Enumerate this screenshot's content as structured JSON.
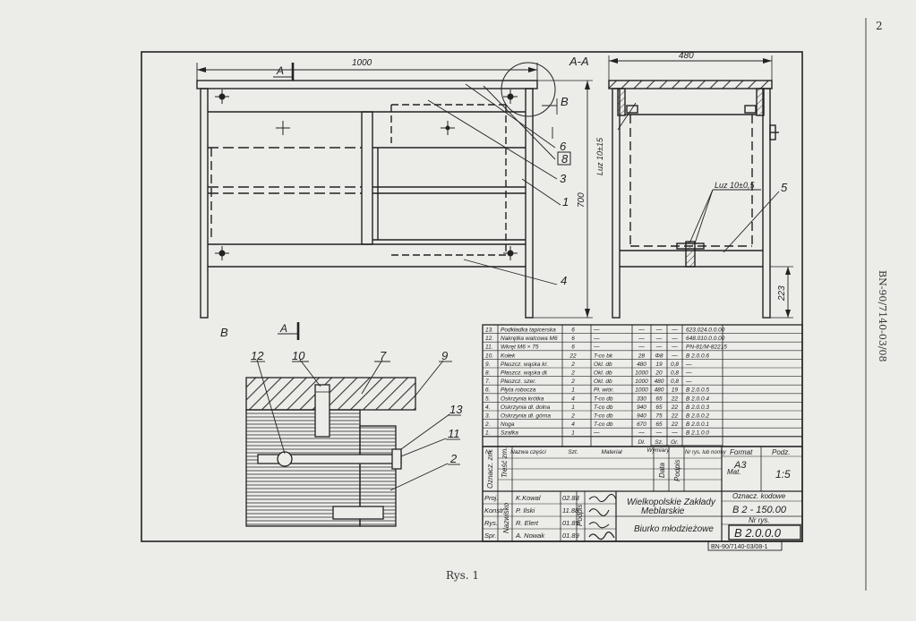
{
  "page": {
    "number": "2",
    "side_code": "BN-90/7140-03/08",
    "caption": "Rys. 1"
  },
  "drawing": {
    "width_dim": "1000",
    "height_dim": "700",
    "section_label": "A-A",
    "section_width": "480",
    "cut_mark": "A",
    "detail_label": "B",
    "clearance_label": "Luz 10±15",
    "clearance2_label": "Luz 10±0,5",
    "dim_223": "223",
    "front_callouts": [
      "6",
      "8",
      "3",
      "1",
      "4"
    ],
    "side_callouts": [
      "5"
    ],
    "detail_callouts": [
      "12",
      "10",
      "7",
      "9",
      "13",
      "11",
      "2"
    ]
  },
  "parts_table": {
    "rows": [
      [
        "13.",
        "Podkładka tapicerska",
        "6",
        "—",
        "—",
        "—",
        "—",
        "623.024.0.0.00"
      ],
      [
        "12.",
        "Nakrętka walcowa M6",
        "6",
        "—",
        "—",
        "—",
        "—",
        "648.010.0.0.00"
      ],
      [
        "11.",
        "Wkręt M6 × 75",
        "6",
        "—",
        "—",
        "—",
        "—",
        "PN-81/M-82215"
      ],
      [
        "10.",
        "Kołek",
        "22",
        "T-co bk",
        "28",
        "Φ8",
        "—",
        "B 2.0.0.6"
      ],
      [
        "9.",
        "Płaszcz. wąska kr.",
        "2",
        "Okl. db",
        "480",
        "19",
        "0,8",
        "—"
      ],
      [
        "8.",
        "Płaszcz. wąska dł.",
        "2",
        "Okl. db",
        "1000",
        "20",
        "0,8",
        "—"
      ],
      [
        "7.",
        "Płaszcz. szer.",
        "2",
        "Okl. db",
        "1000",
        "480",
        "0,8",
        "—"
      ],
      [
        "6.",
        "Płyta robocza",
        "1",
        "Pł. wiór.",
        "1000",
        "480",
        "19",
        "B 2.0.0.5"
      ],
      [
        "5.",
        "Oskrzynia krótka",
        "4",
        "T-co db",
        "330",
        "65",
        "22",
        "B 2.0.0.4"
      ],
      [
        "4.",
        "Oskrzynia dł. dolna",
        "1",
        "T-co db",
        "940",
        "65",
        "22",
        "B 2.0.0.3"
      ],
      [
        "3.",
        "Oskrzynia dł. górna",
        "2",
        "T-co db",
        "940",
        "75",
        "22",
        "B 2.0.0.2"
      ],
      [
        "2.",
        "Noga",
        "4",
        "T-co db",
        "670",
        "65",
        "22",
        "B 2.0.0.1"
      ],
      [
        "1.",
        "Szafka",
        "1",
        "—",
        "—",
        "—",
        "—",
        "B 2.1.0.0"
      ]
    ],
    "header": {
      "nr": "Nr",
      "name": "Nazwa części",
      "qty": "Szt.",
      "material": "Materiał",
      "dimensions": "Wymiary",
      "dim_l": "Dł.",
      "dim_w": "Sz.",
      "dim_t": "Gr.",
      "norm": "Nr rys. lub normy"
    }
  },
  "title_block": {
    "change_label": "Oznacz. zm.",
    "change_sub": "Treść zm.",
    "date_label": "Data",
    "sign_label": "Podpis",
    "format_label": "Format",
    "format_value": "A3",
    "scale_label": "Podz.",
    "scale_sub": "Mat.",
    "scale_value": "1:5",
    "names_label": "Nazwisko",
    "signatures_label": "Podpis",
    "people": [
      {
        "role": "Proj.",
        "name": "K.Kowal",
        "date": "02.88"
      },
      {
        "role": "Konstr.",
        "name": "P. Ilski",
        "date": "11.88"
      },
      {
        "role": "Rys.",
        "name": "R. Elert",
        "date": "01.89"
      },
      {
        "role": "Spr.",
        "name": "A. Nowak",
        "date": "01.89"
      }
    ],
    "company_line1": "Wielkopolskie Zakłady",
    "company_line2": "Meblarskie",
    "code_label": "Oznacz. kodowe",
    "code_value": "B 2 - 150.00",
    "product_name": "Biurko młodzieżowe",
    "drawing_no_label": "Nr rys.",
    "drawing_no": "B 2.0.0.0",
    "norm_ref": "BN-90/7140-03/08-1"
  }
}
